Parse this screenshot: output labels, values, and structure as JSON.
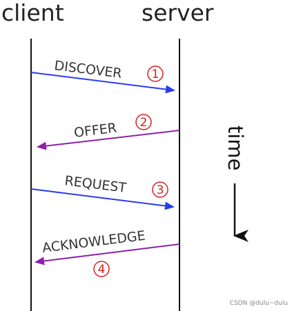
{
  "headings": {
    "client": "client",
    "server": "server"
  },
  "messages": [
    {
      "label": "DISCOVER",
      "number": "1",
      "direction": "client-to-server",
      "color": "#2a3bf0"
    },
    {
      "label": "OFFER",
      "number": "2",
      "direction": "server-to-client",
      "color": "#8e1fa8"
    },
    {
      "label": "REQUEST",
      "number": "3",
      "direction": "client-to-server",
      "color": "#2a3bf0"
    },
    {
      "label": "ACKNOWLEDGE",
      "number": "4",
      "direction": "server-to-client",
      "color": "#8e1fa8"
    }
  ],
  "time_axis": {
    "label": "time"
  },
  "watermark": "CSDN @dulu~dulu",
  "colors": {
    "lifeline": "#111111",
    "step_number": "#d42020"
  }
}
